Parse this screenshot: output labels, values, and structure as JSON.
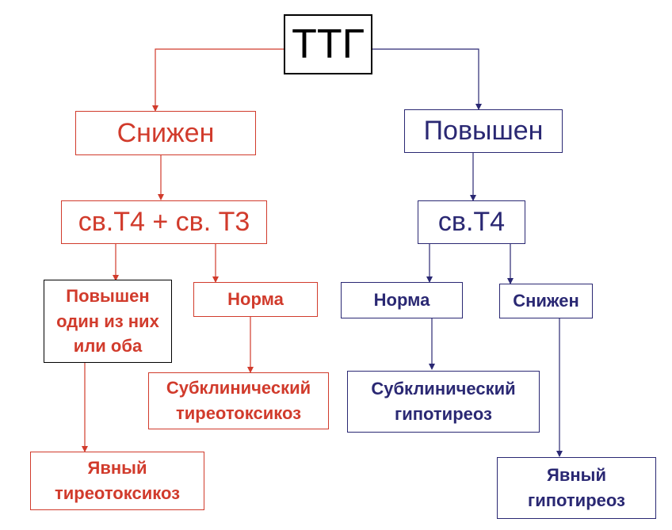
{
  "diagram": {
    "root": "ТТГ",
    "left": {
      "title": "Снижен",
      "test": "св.Т4 + св. Т3",
      "raised": [
        "Повышен",
        "один из них",
        "или оба"
      ],
      "normal": "Норма",
      "subclinical": [
        "Субклинический",
        "тиреотоксикоз"
      ],
      "overt": [
        "Явный",
        "тиреотоксикоз"
      ]
    },
    "right": {
      "title": "Повышен",
      "test": "св.Т4",
      "normal": "Норма",
      "lowered": "Снижен",
      "subclinical": [
        "Субклинический",
        "гипотиреоз"
      ],
      "overt": [
        "Явный",
        "гипотиреоз"
      ]
    }
  },
  "colors": {
    "left_branch": "#d13b2c",
    "right_branch": "#2a2873",
    "root": "#000000"
  }
}
